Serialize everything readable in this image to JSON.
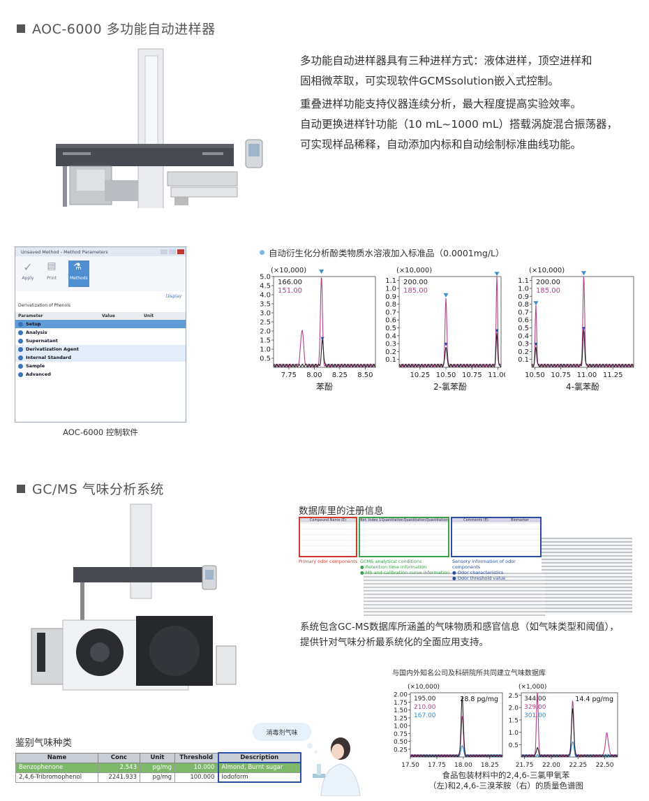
{
  "section1": {
    "title": "AOC-6000 多功能自动进样器",
    "paragraph1": [
      "多功能自动进样器具有三种进样方式：液体进样，顶空进样和",
      "固相微萃取，可实现软件GCMSsolution嵌入式控制。"
    ],
    "paragraph2": [
      "重叠进样功能支持仪器连续分析，最大程度提高实验效率。",
      "自动更换进样针功能（10 mL~1000 mL）搭载涡旋混合振荡器，",
      "可实现样品稀释，自动添加内标和自动绘制标准曲线功能。"
    ],
    "software_caption": "AOC-6000 控制软件",
    "software_window": {
      "title": "Unsaved Method - Method Parameters",
      "tools": [
        "Apply",
        "Print",
        "Methods"
      ],
      "link": "Display",
      "group_label": "Derivatization of Phenols",
      "columns": [
        "Parameter",
        "Value",
        "Unit"
      ],
      "rows": [
        "Setup",
        "Analysis",
        "Supernatant",
        "Derivatization Agent",
        "Internal Standard",
        "Sample",
        "Advanced"
      ]
    },
    "chart_heading": "自动衍生化分析酚类物质水溶液加入标准品（0.0001mg/L）"
  },
  "section2": {
    "title": "GC/MS 气味分析系统",
    "db_heading": "数据库里的注册信息",
    "db_legend": {
      "red": "Primary odor components",
      "green_title": "GCMS analytical conditions",
      "green_items": [
        "Retention time information",
        "MS and calibration curve information"
      ],
      "blue_title": "Sensory information of odor components",
      "blue_items": [
        "Odor characteristics",
        "Odor threshold value"
      ]
    },
    "db_columns": {
      "red": "Compound Name (E)",
      "green": [
        "Ret. Index 1",
        "Quantitation",
        "Quantitation",
        "Quantitation"
      ],
      "blue": [
        "Comments (E)",
        "Biomarker"
      ]
    },
    "db_paragraph": [
      "系统包含GC-MS数据库所涵盖的气味物质和感官信息（如气味类型和阈值），",
      "提供针对气味分析最系统化的全面应用支持。"
    ],
    "collab_text": "与国内外知名公司及科研院所共同建立气味数据库",
    "chart_caption": [
      "食品包装材料中的2,4,6-三氯甲氧苯",
      "（左)和2,4,6-三溴苯胺（右）的质量色谱图"
    ],
    "identify_title": "鉴别气味种类",
    "bubble": "消毒剂气味",
    "odor_table": {
      "headers": [
        "Name",
        "Conc",
        "Unit",
        "Threshold",
        "Description"
      ],
      "rows": [
        [
          "Benzophenone",
          "2.543",
          "pg/mg",
          "10.000",
          "Almond, Burnt sugar"
        ],
        [
          "2,4,6-Tribromophenol",
          "2241.933",
          "pg/mg",
          "100.000",
          "Iodoform"
        ]
      ]
    }
  },
  "colors": {
    "mz1": "#222222",
    "mz2": "#b0408a",
    "mz3": "#2a8ccf",
    "marker": "#3d8fd1",
    "red_box": "#d13a2e",
    "green_box": "#3aa14a",
    "blue_box": "#2b4ea5"
  },
  "chart_data": [
    {
      "type": "line",
      "title": "苯酚",
      "multiplier": "(×10,000)",
      "series": [
        {
          "name": "166.00",
          "color": "#222222"
        },
        {
          "name": "151.00",
          "color": "#b0408a"
        }
      ],
      "xticks": [
        7.75,
        8.0,
        8.25,
        8.5
      ],
      "xlim": [
        7.6,
        8.6
      ],
      "yticks": [
        0.5,
        1.0,
        1.5,
        2.0,
        2.5,
        3.0,
        3.5,
        4.0,
        4.5,
        5.0
      ],
      "ylim": [
        0,
        5.0
      ],
      "peaks": [
        {
          "series": "151.00",
          "x": 7.88,
          "y": 2.0,
          "w": 0.02
        },
        {
          "series": "151.00",
          "x": 8.07,
          "y": 5.0,
          "w": 0.014
        },
        {
          "series": "166.00",
          "x": 8.08,
          "y": 1.4,
          "w": 0.014
        }
      ]
    },
    {
      "type": "line",
      "title": "2-氯苯酚",
      "multiplier": "(×10,000)",
      "series": [
        {
          "name": "200.00",
          "color": "#222222"
        },
        {
          "name": "185.00",
          "color": "#b0408a"
        }
      ],
      "xticks": [
        10.25,
        10.5,
        10.75,
        11.0
      ],
      "xlim": [
        10.05,
        11.03
      ],
      "yticks": [
        0.1,
        0.2,
        0.3,
        0.4,
        0.5,
        0.6,
        0.7,
        0.8,
        0.9,
        1.0,
        1.1
      ],
      "ylim": [
        0,
        1.15
      ],
      "peaks": [
        {
          "series": "185.00",
          "x": 10.5,
          "y": 0.85,
          "w": 0.012
        },
        {
          "series": "200.00",
          "x": 10.5,
          "y": 0.25,
          "w": 0.012
        },
        {
          "series": "185.00",
          "x": 10.99,
          "y": 1.12,
          "w": 0.01
        },
        {
          "series": "200.00",
          "x": 10.99,
          "y": 0.42,
          "w": 0.01
        }
      ]
    },
    {
      "type": "line",
      "title": "4-氯苯酚",
      "multiplier": "(×10,000)",
      "series": [
        {
          "name": "200.00",
          "color": "#222222"
        },
        {
          "name": "185.00",
          "color": "#b0408a"
        }
      ],
      "xticks": [
        10.5,
        10.75,
        11.0,
        11.25
      ],
      "xlim": [
        10.47,
        11.45
      ],
      "yticks": [
        0.1,
        0.2,
        0.3,
        0.4,
        0.5,
        0.6,
        0.7,
        0.8,
        0.9,
        1.0,
        1.1
      ],
      "ylim": [
        0,
        1.15
      ],
      "peaks": [
        {
          "series": "185.00",
          "x": 10.51,
          "y": 0.75,
          "w": 0.01
        },
        {
          "series": "200.00",
          "x": 10.51,
          "y": 0.25,
          "w": 0.01
        },
        {
          "series": "185.00",
          "x": 10.97,
          "y": 1.13,
          "w": 0.012
        },
        {
          "series": "200.00",
          "x": 10.97,
          "y": 0.45,
          "w": 0.012
        }
      ]
    },
    {
      "type": "line",
      "multiplier": "(×10,000)",
      "annotation": "28.8 pg/mg",
      "series": [
        {
          "name": "195.00",
          "color": "#222222"
        },
        {
          "name": "210.00",
          "color": "#b0408a"
        },
        {
          "name": "167.00",
          "color": "#2a8ccf"
        }
      ],
      "xticks": [
        17.5,
        17.75,
        18.0,
        18.25
      ],
      "xlim": [
        17.5,
        18.37
      ],
      "yticks": [
        0.25,
        0.5,
        0.75,
        1.0,
        1.25,
        1.5,
        1.75,
        2.0
      ],
      "ylim": [
        0,
        2.05
      ],
      "peaks": [
        {
          "series": "195.00",
          "x": 17.99,
          "y": 1.85,
          "w": 0.015
        },
        {
          "series": "210.00",
          "x": 17.99,
          "y": 1.25,
          "w": 0.015
        },
        {
          "series": "167.00",
          "x": 17.99,
          "y": 0.35,
          "w": 0.015
        }
      ]
    },
    {
      "type": "line",
      "multiplier": "(×1,000)",
      "annotation": "14.4 pg/mg",
      "series": [
        {
          "name": "344.00",
          "color": "#222222"
        },
        {
          "name": "329.00",
          "color": "#b0408a"
        },
        {
          "name": "301.00",
          "color": "#2a8ccf"
        }
      ],
      "xticks": [
        21.75,
        22.0,
        22.25,
        22.5
      ],
      "xlim": [
        21.72,
        22.62
      ],
      "yticks": [
        0.5,
        1.0,
        1.5,
        2.0,
        2.5
      ],
      "ylim": [
        0,
        2.6
      ],
      "peaks": [
        {
          "series": "329.00",
          "x": 21.87,
          "y": 2.6,
          "w": 0.012
        },
        {
          "series": "344.00",
          "x": 21.87,
          "y": 0.35,
          "w": 0.012
        },
        {
          "series": "329.00",
          "x": 22.2,
          "y": 2.2,
          "w": 0.015
        },
        {
          "series": "344.00",
          "x": 22.2,
          "y": 1.9,
          "w": 0.015
        },
        {
          "series": "301.00",
          "x": 22.2,
          "y": 0.6,
          "w": 0.015
        },
        {
          "series": "329.00",
          "x": 22.52,
          "y": 0.9,
          "w": 0.02
        }
      ]
    }
  ]
}
